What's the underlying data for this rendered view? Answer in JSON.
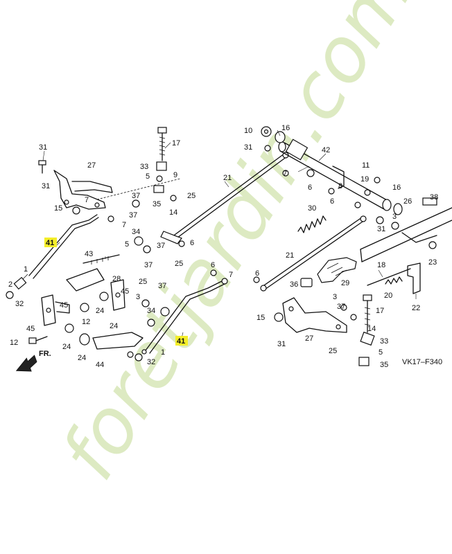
{
  "diagram": {
    "code": "VK17–F340",
    "direction_label": "FR.",
    "highlight_color": "#f4ee2a",
    "watermark": {
      "text": "foretjardin.com",
      "colors": {
        "green": "#c9dfa0",
        "orange": "#f5c58a",
        "dark": "#c9c2b8"
      }
    },
    "callouts": {
      "c31a": "31",
      "c31b": "31",
      "c27a": "27",
      "c17": "17",
      "c33a": "33",
      "c5a": "5",
      "c9": "9",
      "c21a": "21",
      "c10": "10",
      "c16a": "16",
      "c31c": "31",
      "c42": "42",
      "c7a": "7",
      "c6a": "6",
      "c11": "11",
      "c19": "19",
      "c16b": "16",
      "c25a": "25",
      "c35a": "35",
      "c14": "14",
      "c15a": "15",
      "c7b": "7",
      "c37a": "37",
      "c37b": "37",
      "c7c": "7",
      "c30": "30",
      "c8": "8",
      "c6b": "6",
      "c26": "26",
      "c38": "38",
      "c31d": "31",
      "c3a": "3",
      "c43": "43",
      "c34a": "34",
      "c5b": "5",
      "c6c": "6",
      "c37c": "37",
      "c37d": "37",
      "c25b": "25",
      "c21b": "21",
      "c1a": "1",
      "c2a": "2",
      "c32a": "32",
      "c28": "28",
      "c45a": "45",
      "c24a": "24",
      "c45b": "45",
      "c45c": "45",
      "c25c": "25",
      "c37e": "37",
      "c36": "36",
      "c29": "29",
      "c18": "18",
      "c23": "23",
      "c20": "20",
      "c22": "22",
      "c12a": "12",
      "c24b": "24",
      "c3b": "3",
      "c34b": "34",
      "c12b": "12",
      "c24c": "24",
      "c24d": "24",
      "c44": "44",
      "c32b": "32",
      "c1b": "1",
      "c6d": "6",
      "c7d": "7",
      "c6e": "6",
      "c15b": "15",
      "c31e": "31",
      "c27b": "27",
      "c3c": "3",
      "c37f": "37",
      "c25d": "25",
      "c17b": "17",
      "c33b": "33",
      "c5c": "5",
      "c35b": "35",
      "c14b": "14"
    },
    "highlighted": {
      "h41a": "41",
      "h41b": "41"
    }
  }
}
